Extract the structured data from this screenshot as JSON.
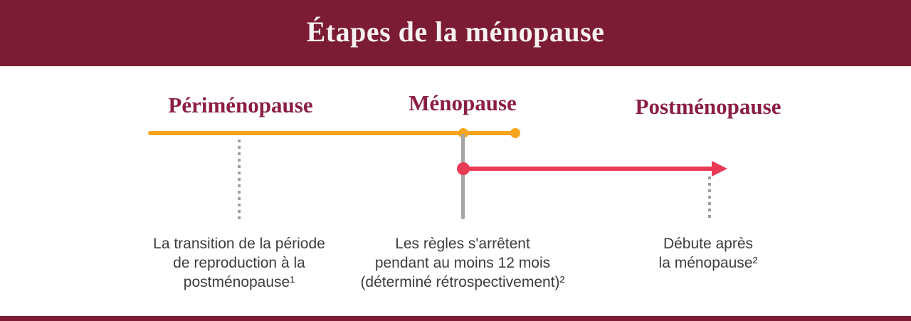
{
  "header": {
    "title": "Étapes de la ménopause"
  },
  "colors": {
    "banner_maroon": "#7b1b34",
    "label_maroon": "#8b1e41",
    "timeline_orange": "#f8a51e",
    "arrow_red": "#e93a55",
    "marker_gray": "#a5a5a5",
    "dotted_gray": "#9f9f9f",
    "body_text": "#3d3d3d"
  },
  "stages": [
    {
      "label": "Périménopause",
      "desc": [
        "La transition de la période",
        "de reproduction à la",
        "postménopause¹"
      ]
    },
    {
      "label": "Ménopause",
      "desc": [
        "Les règles s'arrêtent",
        "pendant au moins 12 mois",
        "(déterminé rétrospectivement)²"
      ]
    },
    {
      "label": "Postménopause",
      "desc": [
        "Débute après",
        "la ménopause²"
      ]
    }
  ]
}
